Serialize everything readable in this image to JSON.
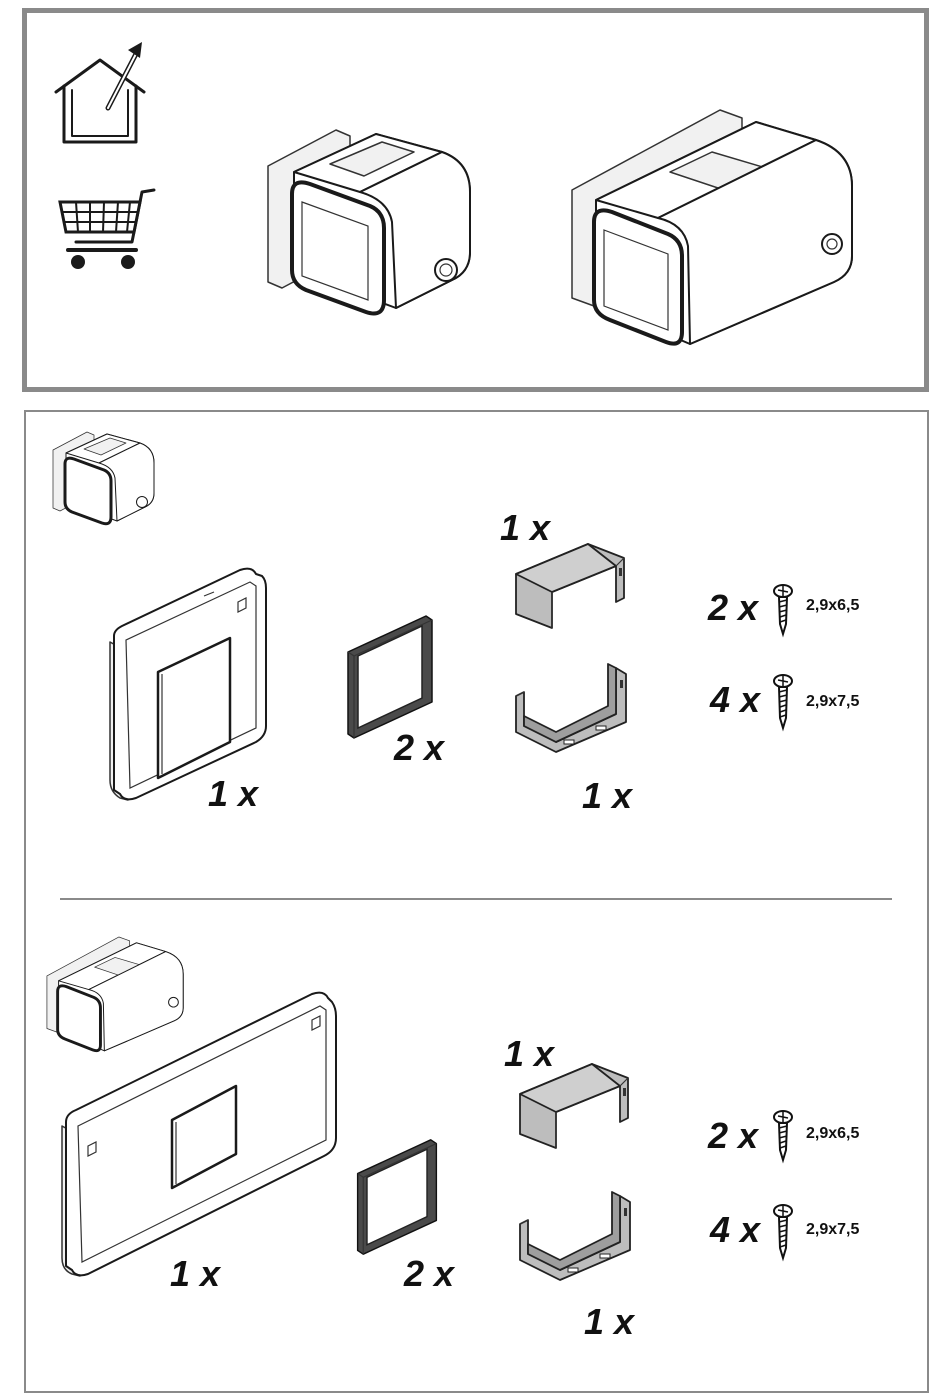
{
  "top_panel": {
    "icons": [
      "house-outward-arrow-icon",
      "shopping-cart-icon"
    ]
  },
  "kit_small": {
    "frame_qty": "1 x",
    "ring_qty": "2 x",
    "clip_top_qty": "1 x",
    "clip_bottom_qty": "1 x",
    "screw_short_qty": "2 x",
    "screw_short_size": "2,9x6,5",
    "screw_long_qty": "4 x",
    "screw_long_size": "2,9x7,5"
  },
  "kit_large": {
    "frame_qty": "1 x",
    "ring_qty": "2 x",
    "clip_top_qty": "1 x",
    "clip_bottom_qty": "1 x",
    "screw_short_qty": "2 x",
    "screw_short_size": "2,9x6,5",
    "screw_long_qty": "4 x",
    "screw_long_size": "2,9x7,5"
  },
  "colors": {
    "border": "#8a8a8a",
    "clip_fill": "#bdbdbd",
    "ring_fill": "#4a4a4a"
  }
}
